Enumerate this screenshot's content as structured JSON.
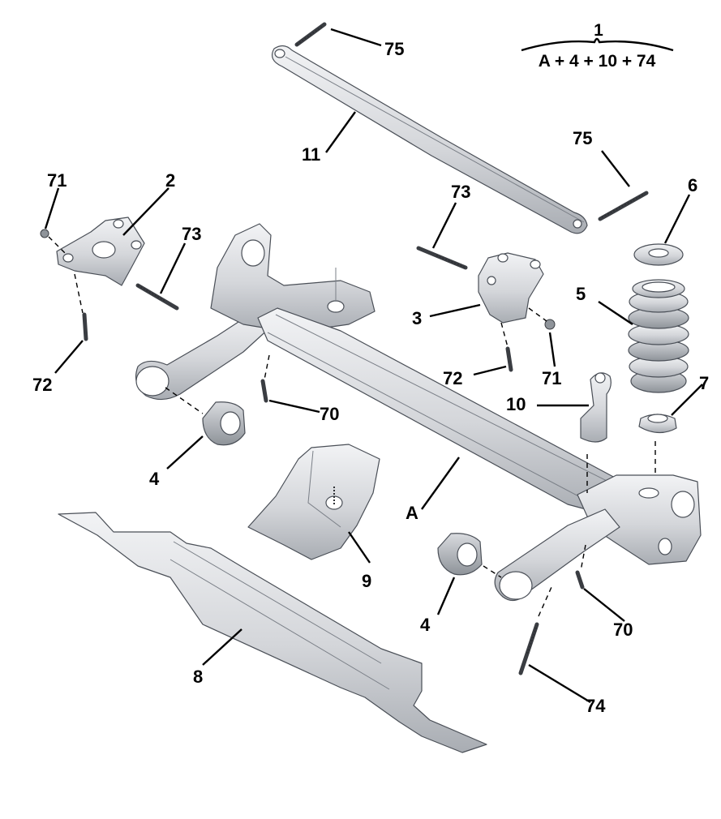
{
  "callouts": {
    "c1": "1",
    "formula": "A + 4 + 10 + 74",
    "c75_top": "75",
    "c11": "11",
    "c75_right": "75",
    "c71_left": "71",
    "c2": "2",
    "c73_left": "73",
    "c72_left": "72",
    "c73_right": "73",
    "c3": "3",
    "c72_right": "72",
    "c71_right": "71",
    "c6": "6",
    "c5": "5",
    "c7": "7",
    "c10": "10",
    "c70_left": "70",
    "c4_left": "4",
    "c9": "9",
    "cA": "A",
    "c4_right": "4",
    "c70_right": "70",
    "c8": "8",
    "c74": "74"
  }
}
